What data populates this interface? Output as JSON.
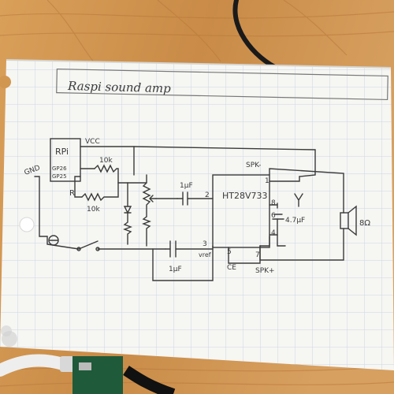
{
  "page_title": "Raspi sound amp",
  "labels": {
    "rpi": "RPi",
    "vcc": "VCC",
    "gnd": "GND",
    "pin_gp26": "GP26",
    "pin_gp25": "GP25",
    "r1": "R",
    "r_10k_top": "10k",
    "r_10k_bottom": "10k",
    "cap_top": "1µF",
    "cap_bottom": "1µF",
    "pin_1": "1",
    "pin_2": "2",
    "pin_3": "3",
    "pin_4": "4",
    "pin_5": "5",
    "pin_6": "6",
    "pin_7": "7",
    "pin_8": "8",
    "ic": "HT28V733",
    "vref": "vref",
    "ce": "CE",
    "spk_minus": "SPK-",
    "spk_plus": "SPK+",
    "cap_47uf": "4.7µF",
    "speaker": "8Ω"
  },
  "colors": {
    "wood_light": "#d9a05a",
    "wood_dark": "#b9783a",
    "paper": "#f6f6f3",
    "grid": "#c9d2de",
    "ink": "#3a3a3a",
    "cable_white": "#eeeeee",
    "board_green": "#1f5a3a"
  }
}
